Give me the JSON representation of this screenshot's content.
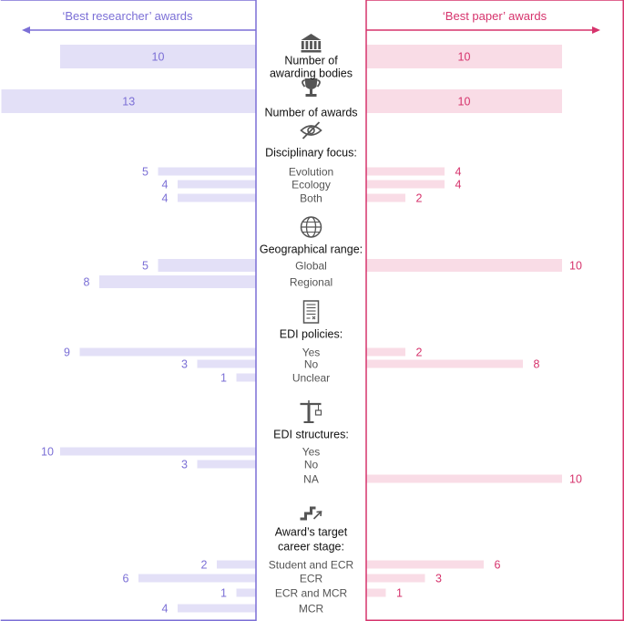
{
  "colors": {
    "researcher_line": "#7B6FD6",
    "researcher_bar": "#E3E0F7",
    "researcher_text": "#7B6FD6",
    "paper_line": "#D6336C",
    "paper_bar": "#F9DCE6",
    "paper_text": "#D6336C",
    "label_text": "#555555",
    "heading_text": "#111111",
    "icon": "#555555"
  },
  "chart_data": {
    "type": "bar",
    "left_header": "‘Best researcher’ awards",
    "right_header": "‘Best paper’ awards",
    "series": [
      {
        "name": "‘Best researcher’ awards",
        "side": "left"
      },
      {
        "name": "‘Best paper’ awards",
        "side": "right"
      }
    ],
    "sections": [
      {
        "icon": "institution-icon",
        "heading": [
          "Number of",
          "awarding bodies"
        ],
        "rows": [
          {
            "label": "",
            "left": 10,
            "right": 10
          }
        ]
      },
      {
        "icon": "trophy-icon",
        "heading": [
          "Number of awards"
        ],
        "rows": [
          {
            "label": "",
            "left": 13,
            "right": 10
          }
        ]
      },
      {
        "icon": "eye-slash-icon",
        "heading": [
          "Disciplinary focus:"
        ],
        "rows": [
          {
            "label": "Evolution",
            "left": 5,
            "right": 4
          },
          {
            "label": "Ecology",
            "left": 4,
            "right": 4
          },
          {
            "label": "Both",
            "left": 4,
            "right": 2
          }
        ]
      },
      {
        "icon": "globe-icon",
        "heading": [
          "Geographical range:"
        ],
        "rows": [
          {
            "label": "Global",
            "left": 5,
            "right": 10
          },
          {
            "label": "Regional",
            "left": 8,
            "right": null
          }
        ]
      },
      {
        "icon": "document-icon",
        "heading": [
          "EDI policies:"
        ],
        "rows": [
          {
            "label": "Yes",
            "left": 9,
            "right": 2
          },
          {
            "label": "No",
            "left": 3,
            "right": 8
          },
          {
            "label": "Unclear",
            "left": 1,
            "right": null
          }
        ]
      },
      {
        "icon": "crane-icon",
        "heading": [
          "EDI structures:"
        ],
        "rows": [
          {
            "label": "Yes",
            "left": 10,
            "right": null
          },
          {
            "label": "No",
            "left": 3,
            "right": null
          },
          {
            "label": "NA",
            "left": null,
            "right": 10
          }
        ]
      },
      {
        "icon": "stairs-icon",
        "heading": [
          "Award’s target",
          "career stage:"
        ],
        "rows": [
          {
            "label": "Student and ECR",
            "left": 2,
            "right": 6
          },
          {
            "label": "ECR",
            "left": 6,
            "right": 3
          },
          {
            "label": "ECR and MCR",
            "left": 1,
            "right": 1
          },
          {
            "label": "MCR",
            "left": 4,
            "right": null
          }
        ]
      }
    ]
  }
}
